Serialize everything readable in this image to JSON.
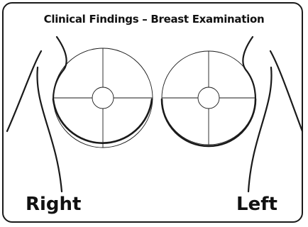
{
  "title": "Clinical Findings – Breast Examination",
  "labels": {
    "right": "Right",
    "left": "Left"
  }
}
